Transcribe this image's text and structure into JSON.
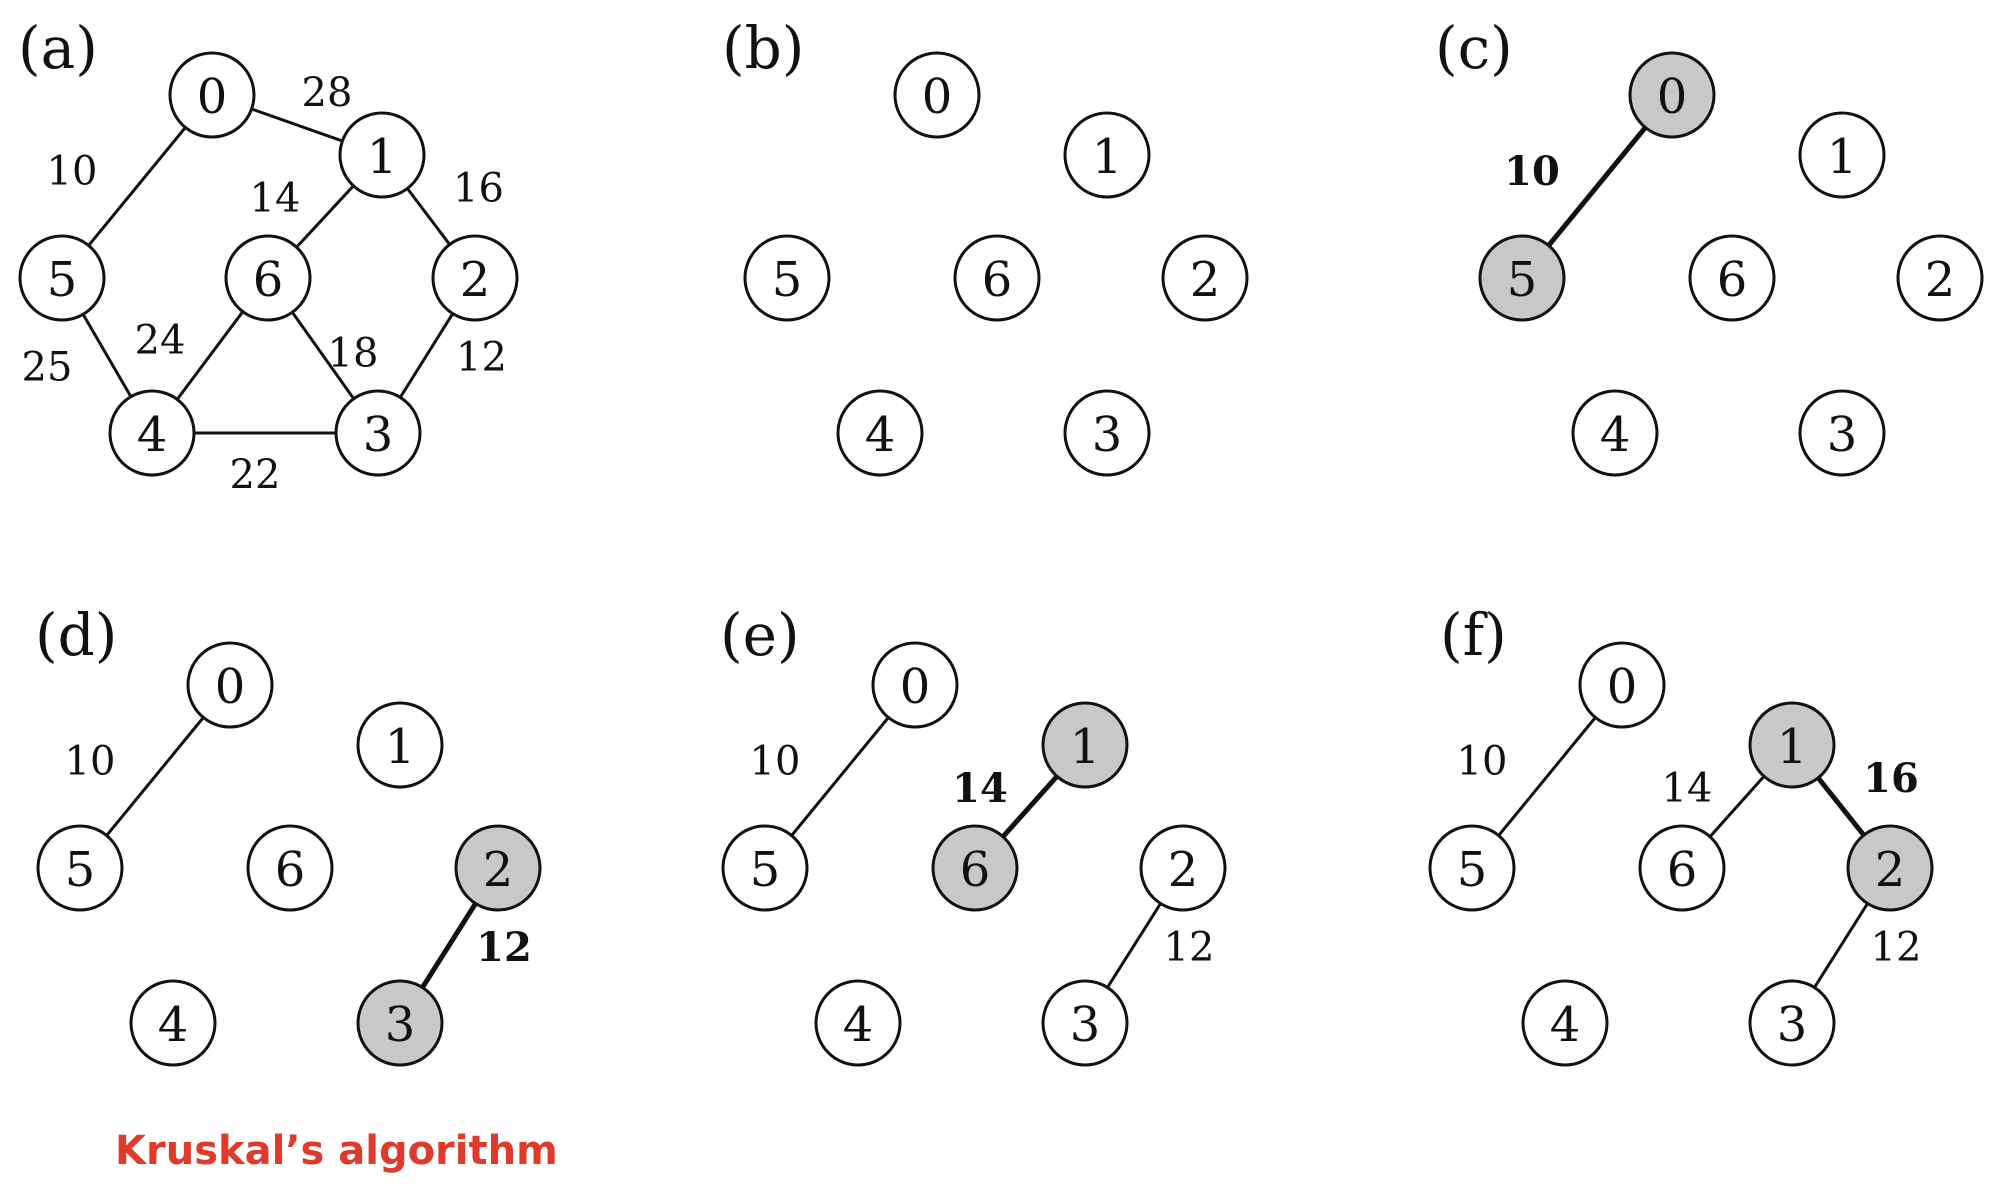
{
  "caption": "Kruskal’s algorithm",
  "colors": {
    "highlight_fill": "#c8c8c8",
    "caption": "#e03a2a",
    "stroke": "#111111"
  },
  "panels": [
    {
      "label": "(a)",
      "nodes": [
        {
          "id": "0",
          "highlight": false
        },
        {
          "id": "1",
          "highlight": false
        },
        {
          "id": "2",
          "highlight": false
        },
        {
          "id": "3",
          "highlight": false
        },
        {
          "id": "4",
          "highlight": false
        },
        {
          "id": "5",
          "highlight": false
        },
        {
          "id": "6",
          "highlight": false
        }
      ],
      "edges": [
        {
          "from": "0",
          "to": "1",
          "weight": "28",
          "bold": false
        },
        {
          "from": "0",
          "to": "5",
          "weight": "10",
          "bold": false
        },
        {
          "from": "1",
          "to": "6",
          "weight": "14",
          "bold": false
        },
        {
          "from": "1",
          "to": "2",
          "weight": "16",
          "bold": false
        },
        {
          "from": "6",
          "to": "4",
          "weight": "24",
          "bold": false
        },
        {
          "from": "6",
          "to": "3",
          "weight": "18",
          "bold": false
        },
        {
          "from": "5",
          "to": "4",
          "weight": "25",
          "bold": false
        },
        {
          "from": "2",
          "to": "3",
          "weight": "12",
          "bold": false
        },
        {
          "from": "4",
          "to": "3",
          "weight": "22",
          "bold": false
        }
      ]
    },
    {
      "label": "(b)",
      "nodes": [
        {
          "id": "0",
          "highlight": false
        },
        {
          "id": "1",
          "highlight": false
        },
        {
          "id": "2",
          "highlight": false
        },
        {
          "id": "3",
          "highlight": false
        },
        {
          "id": "4",
          "highlight": false
        },
        {
          "id": "5",
          "highlight": false
        },
        {
          "id": "6",
          "highlight": false
        }
      ],
      "edges": []
    },
    {
      "label": "(c)",
      "nodes": [
        {
          "id": "0",
          "highlight": true
        },
        {
          "id": "1",
          "highlight": false
        },
        {
          "id": "2",
          "highlight": false
        },
        {
          "id": "3",
          "highlight": false
        },
        {
          "id": "4",
          "highlight": false
        },
        {
          "id": "5",
          "highlight": true
        },
        {
          "id": "6",
          "highlight": false
        }
      ],
      "edges": [
        {
          "from": "0",
          "to": "5",
          "weight": "10",
          "bold": true
        }
      ]
    },
    {
      "label": "(d)",
      "nodes": [
        {
          "id": "0",
          "highlight": false
        },
        {
          "id": "1",
          "highlight": false
        },
        {
          "id": "2",
          "highlight": true
        },
        {
          "id": "3",
          "highlight": true
        },
        {
          "id": "4",
          "highlight": false
        },
        {
          "id": "5",
          "highlight": false
        },
        {
          "id": "6",
          "highlight": false
        }
      ],
      "edges": [
        {
          "from": "0",
          "to": "5",
          "weight": "10",
          "bold": false
        },
        {
          "from": "2",
          "to": "3",
          "weight": "12",
          "bold": true
        }
      ]
    },
    {
      "label": "(e)",
      "nodes": [
        {
          "id": "0",
          "highlight": false
        },
        {
          "id": "1",
          "highlight": true
        },
        {
          "id": "2",
          "highlight": false
        },
        {
          "id": "3",
          "highlight": false
        },
        {
          "id": "4",
          "highlight": false
        },
        {
          "id": "5",
          "highlight": false
        },
        {
          "id": "6",
          "highlight": true
        }
      ],
      "edges": [
        {
          "from": "0",
          "to": "5",
          "weight": "10",
          "bold": false
        },
        {
          "from": "1",
          "to": "6",
          "weight": "14",
          "bold": true
        },
        {
          "from": "2",
          "to": "3",
          "weight": "12",
          "bold": false
        }
      ]
    },
    {
      "label": "(f)",
      "nodes": [
        {
          "id": "0",
          "highlight": false
        },
        {
          "id": "1",
          "highlight": true
        },
        {
          "id": "2",
          "highlight": true
        },
        {
          "id": "3",
          "highlight": false
        },
        {
          "id": "4",
          "highlight": false
        },
        {
          "id": "5",
          "highlight": false
        },
        {
          "id": "6",
          "highlight": false
        }
      ],
      "edges": [
        {
          "from": "0",
          "to": "5",
          "weight": "10",
          "bold": false
        },
        {
          "from": "1",
          "to": "6",
          "weight": "14",
          "bold": false
        },
        {
          "from": "1",
          "to": "2",
          "weight": "16",
          "bold": true
        },
        {
          "from": "2",
          "to": "3",
          "weight": "12",
          "bold": false
        }
      ]
    }
  ]
}
